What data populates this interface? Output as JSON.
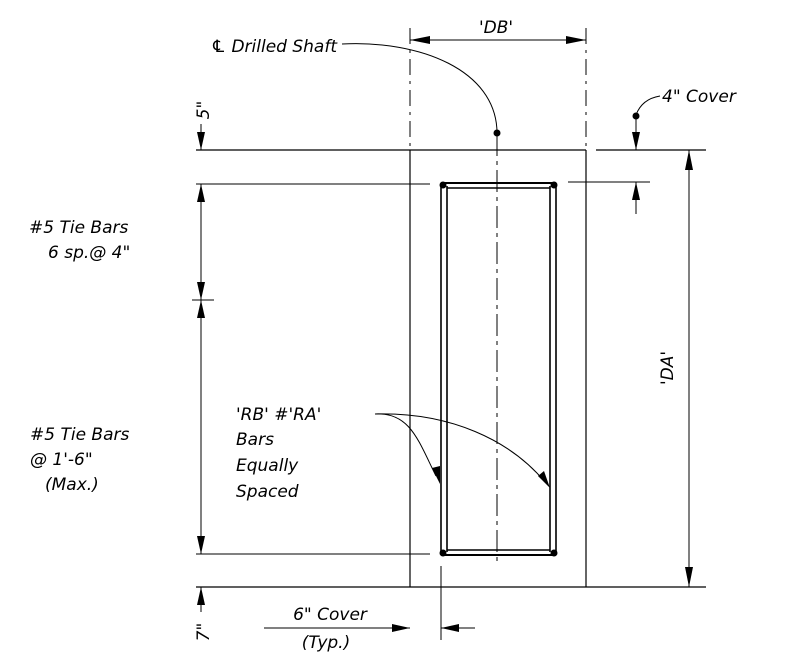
{
  "labels": {
    "centerline": "℄ Drilled Shaft",
    "db": "'DB'",
    "da": "'DA'",
    "cover_top_dim": "5\"",
    "cover_top": "4\" Cover",
    "tie_bars_top_line1": "#5 Tie Bars",
    "tie_bars_top_line2": "6 sp.@ 4\"",
    "tie_bars_main_line1": "#5 Tie Bars",
    "tie_bars_main_line2": "@ 1'-6\"",
    "tie_bars_main_line3": "(Max.)",
    "bars_line1": "'RB' #'RA'",
    "bars_line2": "Bars",
    "bars_line3": "Equally",
    "bars_line4": "Spaced",
    "bottom_dim": "7\"",
    "side_cover_line1": "6\" Cover",
    "side_cover_line2": "(Typ.)"
  }
}
